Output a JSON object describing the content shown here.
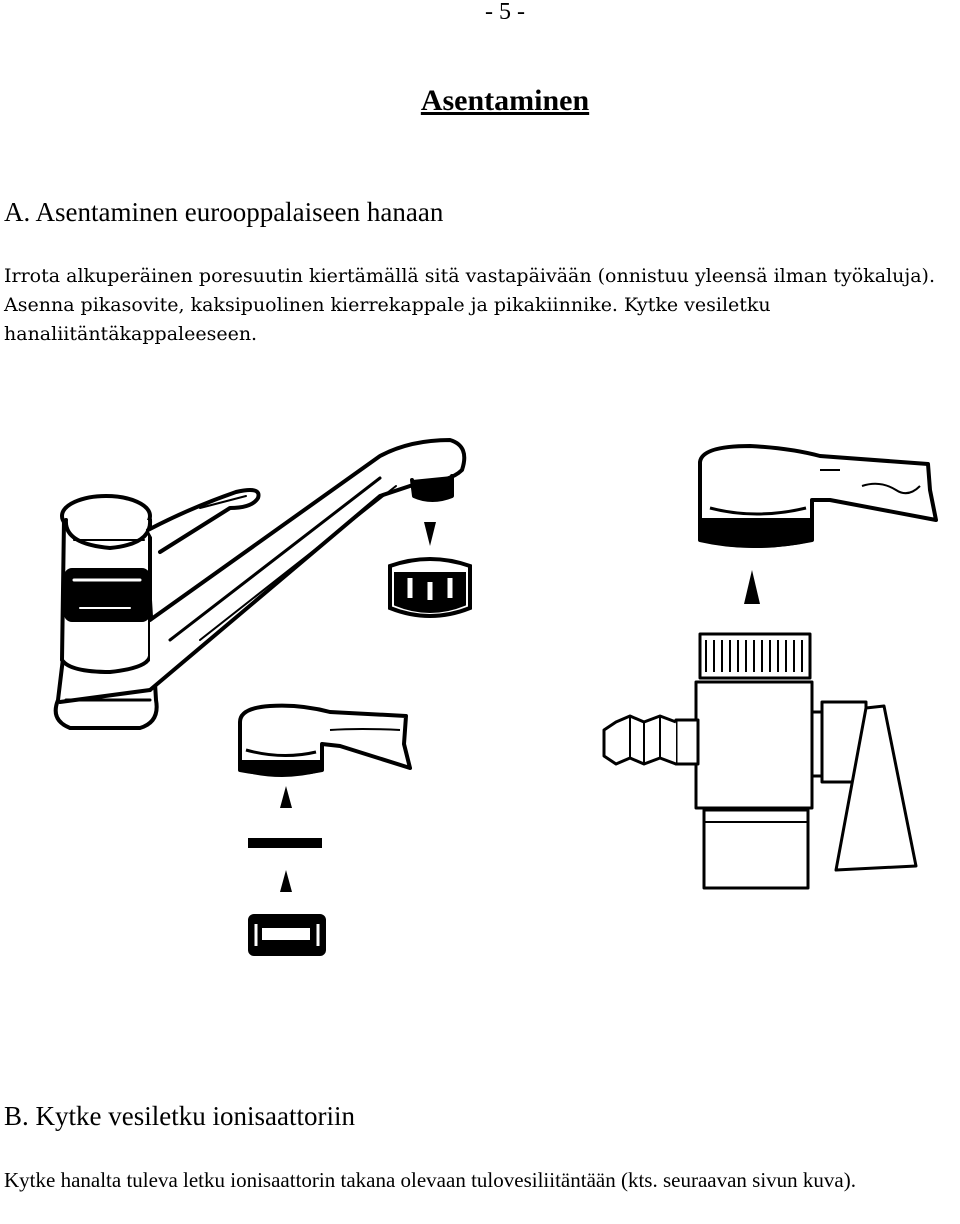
{
  "page_number": "- 5 -",
  "title": "Asentaminen",
  "section_a": {
    "heading": "A. Asentaminen eurooppalaiseen hanaan",
    "paragraph": "Irrota alkuperäinen poresuutin kiertämällä sitä vastapäivään (onnistuu yleensä ilman työkaluja). Asenna pikasovite, kaksipuolinen kierrekappale ja pikakiinnike. Kytke vesiletku hanaliitäntäkappaleeseen."
  },
  "section_b": {
    "heading": "B. Kytke vesiletku ionisaattoriin",
    "paragraph": "Kytke hanalta tuleva letku ionisaattorin takana olevaan tulovesiliitäntään (kts. seuraavan sivun kuva)."
  },
  "icons": [
    "faucet-illustration",
    "aerator-icon",
    "spout-icon",
    "washer-icon",
    "nut-icon",
    "diverter-valve-icon",
    "arrow-up-icon",
    "arrow-down-icon"
  ]
}
